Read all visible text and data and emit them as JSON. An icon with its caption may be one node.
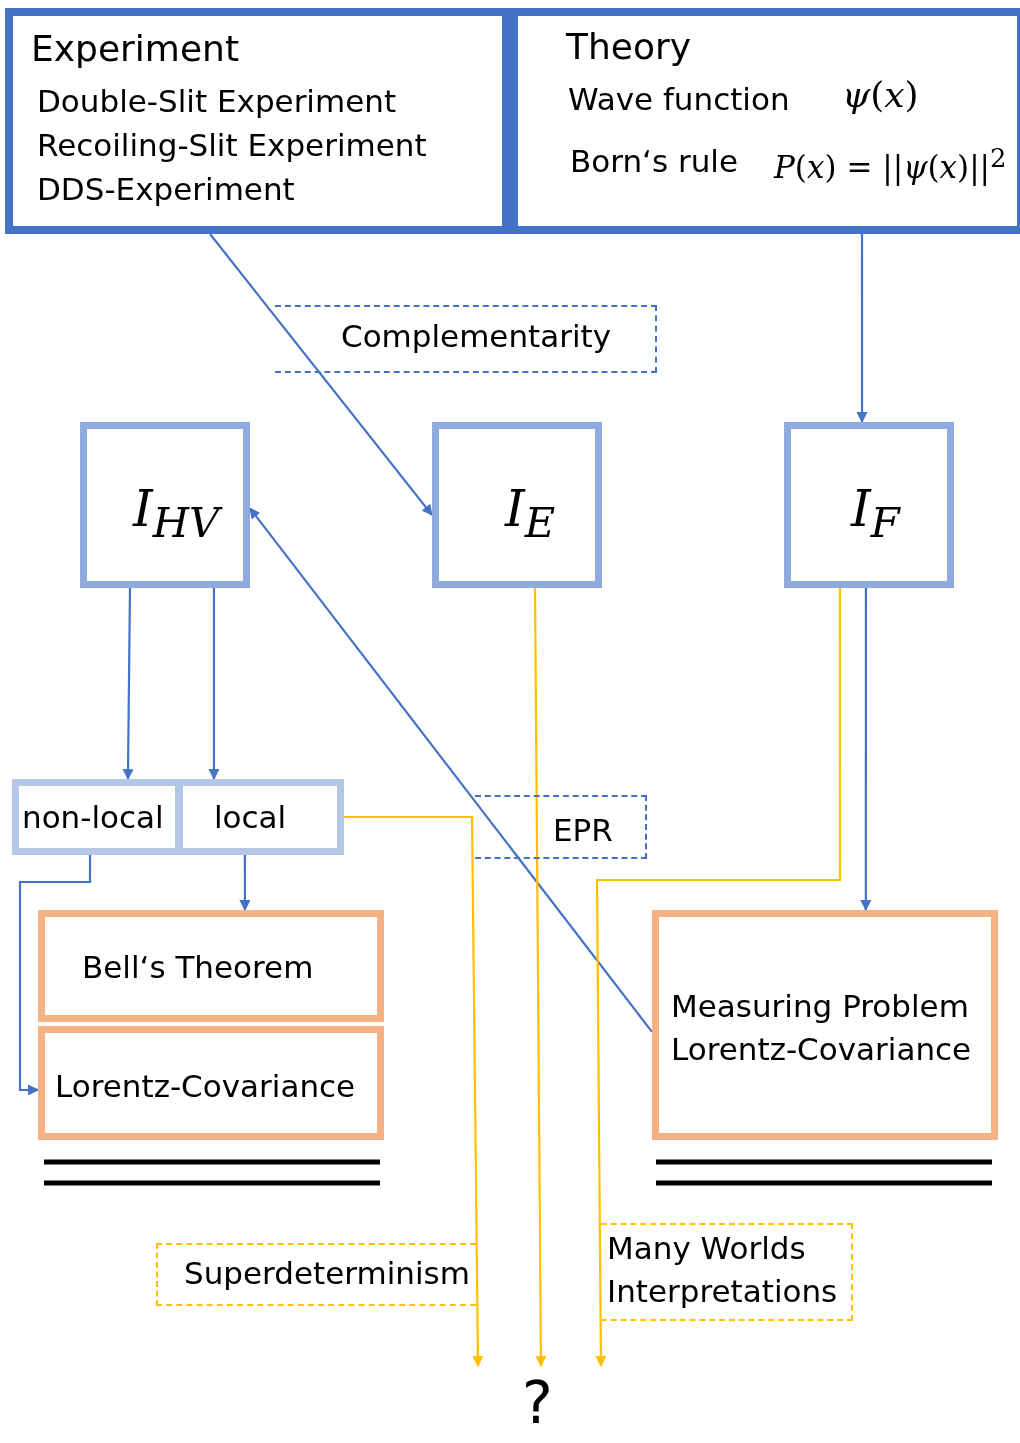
{
  "diagram": {
    "nodes": [
      {
        "text": [
          "Experiment",
          "Double-Slit Experiment",
          "Recoiling-Slit Experiment",
          "DDS-Experiment"
        ]
      },
      {
        "text": [
          "Theory",
          "Wave function",
          "*ψ*(*x*)",
          "Born‘s rule",
          "*P*(*x*) = ||*ψ*(*x*)||$^{2}$"
        ]
      },
      {
        "text": [
          "I$_{HV}$"
        ]
      },
      {
        "text": [
          "I$_{E}$"
        ]
      },
      {
        "text": [
          "I$_{F}$"
        ]
      },
      {
        "text": [
          "non-local"
        ]
      },
      {
        "text": [
          "local"
        ]
      },
      {
        "text": [
          "Bell‘s Theorem"
        ]
      },
      {
        "text": [
          "Measuring Problem",
          "Lorentz-Covariance"
        ]
      },
      {
        "text": [
          "Lorentz-Covariance"
        ]
      },
      {
        "text": [
          "?"
        ]
      }
    ],
    "edges": [
      {
        "from": 0,
        "to": 3,
        "arrow": "to",
        "label": "Complementarity"
      },
      {
        "from": 1,
        "to": 4,
        "arrow": "to"
      },
      {
        "from": 2,
        "to": 5,
        "arrow": "to"
      },
      {
        "from": 2,
        "to": 6,
        "arrow": "to"
      },
      {
        "from": 6,
        "to": 7,
        "arrow": "to"
      },
      {
        "from": 5,
        "to": 9,
        "arrow": "to"
      },
      {
        "from": 8,
        "to": 2,
        "arrow": "to",
        "label": "EPR"
      },
      {
        "from": 6,
        "to": 10,
        "arrow": "to",
        "color": "#ffc000",
        "label": "Superdeterminism"
      },
      {
        "from": 3,
        "to": 10,
        "arrow": "to",
        "color": "#ffc000"
      },
      {
        "from": 4,
        "to": 10,
        "arrow": "to",
        "color": "#ffc000",
        "label": "Many Worlds Interpretations"
      },
      {
        "from": 4,
        "to": 8,
        "arrow": "to"
      }
    ]
  }
}
